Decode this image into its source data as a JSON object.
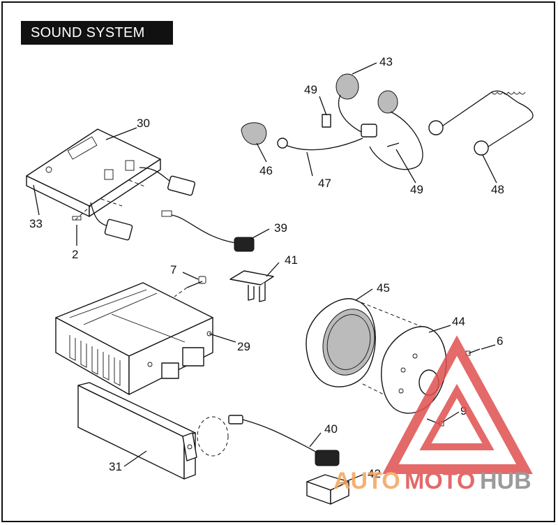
{
  "title": "SOUND SYSTEM",
  "callouts": {
    "c2": "2",
    "c6": "6",
    "c7": "7",
    "c9": "9",
    "c29": "29",
    "c30": "30",
    "c31": "31",
    "c33": "33",
    "c39": "39",
    "c40": "40",
    "c41": "41",
    "c42": "42",
    "c43": "43",
    "c44": "44",
    "c45": "45",
    "c46": "46",
    "c47": "47",
    "c48": "48",
    "c49a": "49",
    "c49b": "49"
  },
  "watermark": {
    "part1": "AUTO",
    "part2": "MOTO",
    "part3": "HUB",
    "color_accent": "#f5a35a",
    "color_red": "#e05050",
    "color_grey": "#8a8a8a"
  }
}
